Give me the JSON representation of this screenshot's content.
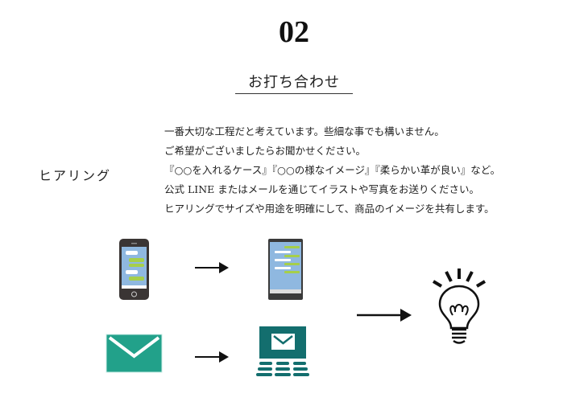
{
  "section_number": "02",
  "section_title": "お打ち合わせ",
  "step_label": "ヒアリング",
  "description_lines": [
    "一番大切な工程だと考えています。些細な事でも構いません。",
    "ご希望がございましたらお聞かせください。",
    "『○○を入れるケース』『○○の様なイメージ』『柔らかい革が良い』など。",
    "公式 LINE またはメールを通じてイラストや写真をお送りください。",
    "ヒアリングでサイズや用途を明確にして、商品のイメージを共有します。"
  ],
  "colors": {
    "teal": "#22a18a",
    "dark_teal": "#136e6e",
    "chat_bg": "#8fb8e0",
    "bubble_green": "#a6cf4a"
  },
  "icons": [
    "smartphone-chat-icon",
    "arrow-right-icon",
    "tablet-chat-icon",
    "envelope-icon",
    "laptop-mail-icon",
    "lightbulb-icon"
  ]
}
